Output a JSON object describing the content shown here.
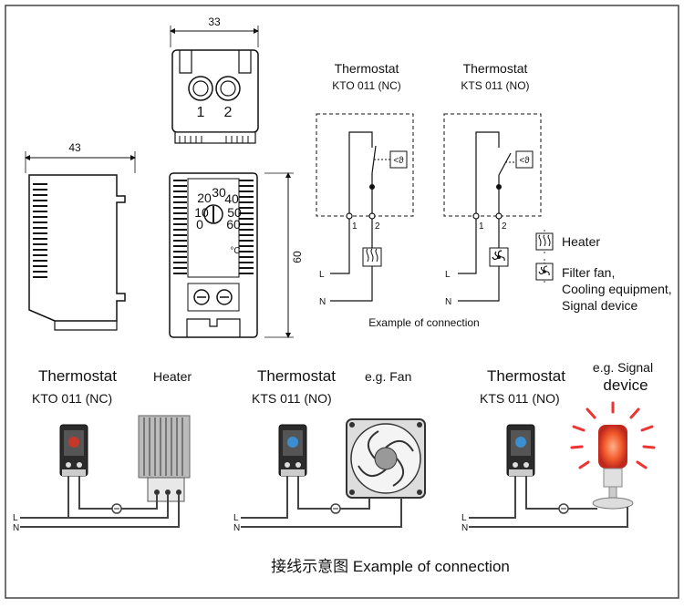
{
  "dimensions": {
    "width_top": "33",
    "width_side": "43",
    "height": "60"
  },
  "terminals": {
    "t1": "1",
    "t2": "2"
  },
  "dial": {
    "scale": [
      "20",
      "30",
      "40",
      "10",
      "50",
      "0",
      "60"
    ],
    "unit": "°C"
  },
  "schematic": {
    "nc_title": "Thermostat",
    "nc_model": "KTO 011 (NC)",
    "no_title": "Thermostat",
    "no_model": "KTS 011 (NO)",
    "temp_symbol": "<ϑ",
    "term1": "1",
    "term2": "2",
    "line_L": "L",
    "line_N": "N",
    "caption": "Example of connection"
  },
  "legend": {
    "heater": "Heater",
    "fan_line1": "Filter fan,",
    "fan_line2": "Cooling equipment,",
    "fan_line3": "Signal device"
  },
  "examples": {
    "ex1_title": "Thermostat",
    "ex1_model": "KTO 011 (NC)",
    "ex1_device": "Heater",
    "ex2_title": "Thermostat",
    "ex2_model": "KTS 011 (NO)",
    "ex2_device": "e.g. Fan",
    "ex3_title": "Thermostat",
    "ex3_model": "KTS 011 (NO)",
    "ex3_device_line1": "e.g. Signal",
    "ex3_device_line2": "device",
    "line_L": "L",
    "line_N": "N"
  },
  "caption": "接线示意图 Example of connection"
}
